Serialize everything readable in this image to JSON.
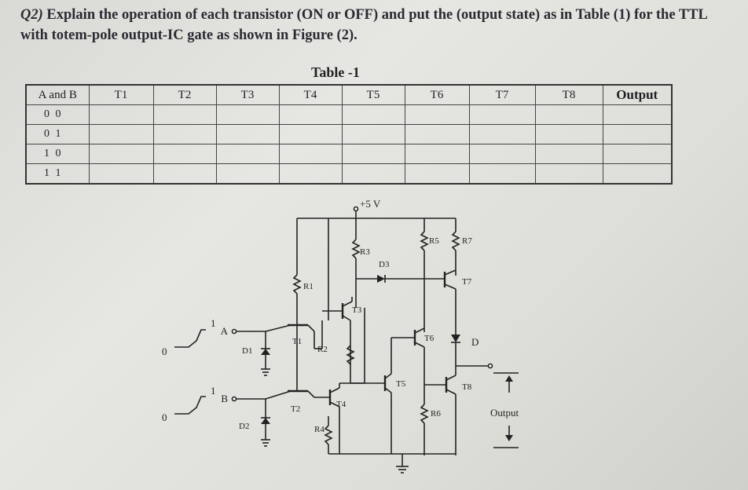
{
  "question": {
    "number": "Q2)",
    "text": "Explain the operation of each transistor (ON or OFF) and put the (output state) as in Table (1) for the TTL with totem-pole output-IC gate as shown in Figure (2)."
  },
  "table": {
    "title": "Table -1",
    "headers": [
      "A and B",
      "T1",
      "T2",
      "T3",
      "T4",
      "T5",
      "T6",
      "T7",
      "T8",
      "Output"
    ],
    "rows": [
      "0 0",
      "0 1",
      "1 0",
      "1 1"
    ]
  },
  "circuit": {
    "supply": "+5 V",
    "input_a": "A",
    "input_b": "B",
    "pulse_high": "1",
    "pulse_low": "0",
    "resistors": [
      "R1",
      "R2",
      "R3",
      "R4",
      "R5",
      "R6",
      "R7"
    ],
    "diodes": [
      "D1",
      "D2",
      "D3",
      "D"
    ],
    "transistors": [
      "T1",
      "T2",
      "T3",
      "T4",
      "T5",
      "T6",
      "T7",
      "T8"
    ],
    "output_label": "Output"
  }
}
